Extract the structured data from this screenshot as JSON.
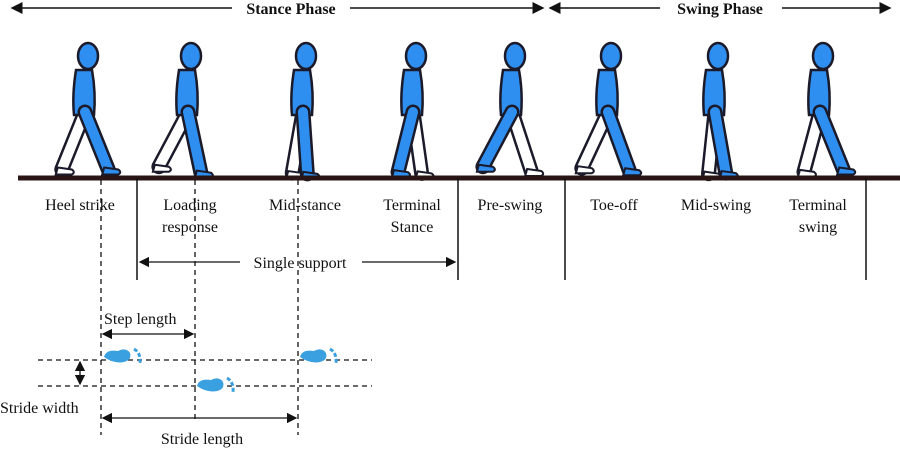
{
  "phases": {
    "stance": "Stance Phase",
    "swing": "Swing Phase"
  },
  "events": [
    {
      "line1": "Heel strike",
      "line2": ""
    },
    {
      "line1": "Loading",
      "line2": "response"
    },
    {
      "line1": "Mid-stance",
      "line2": ""
    },
    {
      "line1": "Terminal",
      "line2": "Stance"
    },
    {
      "line1": "Pre-swing",
      "line2": ""
    },
    {
      "line1": "Toe-off",
      "line2": ""
    },
    {
      "line1": "Mid-swing",
      "line2": ""
    },
    {
      "line1": "Terminal",
      "line2": "swing"
    }
  ],
  "single_support": "Single support",
  "measures": {
    "step_length": "Step length",
    "stride_width": "Stride width",
    "stride_length": "Stride length"
  },
  "colors": {
    "body": "#2f8ff0",
    "outline": "#1a1a2a",
    "ground": "#2a1414",
    "foot": "#3aa0e0"
  }
}
